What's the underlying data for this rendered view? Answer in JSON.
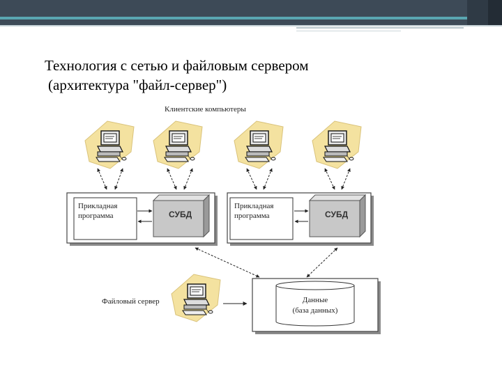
{
  "slide": {
    "title_line1": "Технология с сетью и файловым сервером",
    "title_line2": "(архитектура \"файл-сервер\")"
  },
  "diagram": {
    "clients_label": "Клиентские компьютеры",
    "app_label_line1": "Прикладная",
    "app_label_line2": "программа",
    "dbms_label": "СУБД",
    "file_server_label": "Файловый сервер",
    "data_label_line1": "Данные",
    "data_label_line2": "(база данных)"
  },
  "colors": {
    "header_bar": "#3d4a57",
    "accent": "#5aa6b1",
    "tile_fill": "#f4e2a0",
    "dbms_box": "#c8c8c8"
  },
  "icons": [
    "computer-icon"
  ]
}
